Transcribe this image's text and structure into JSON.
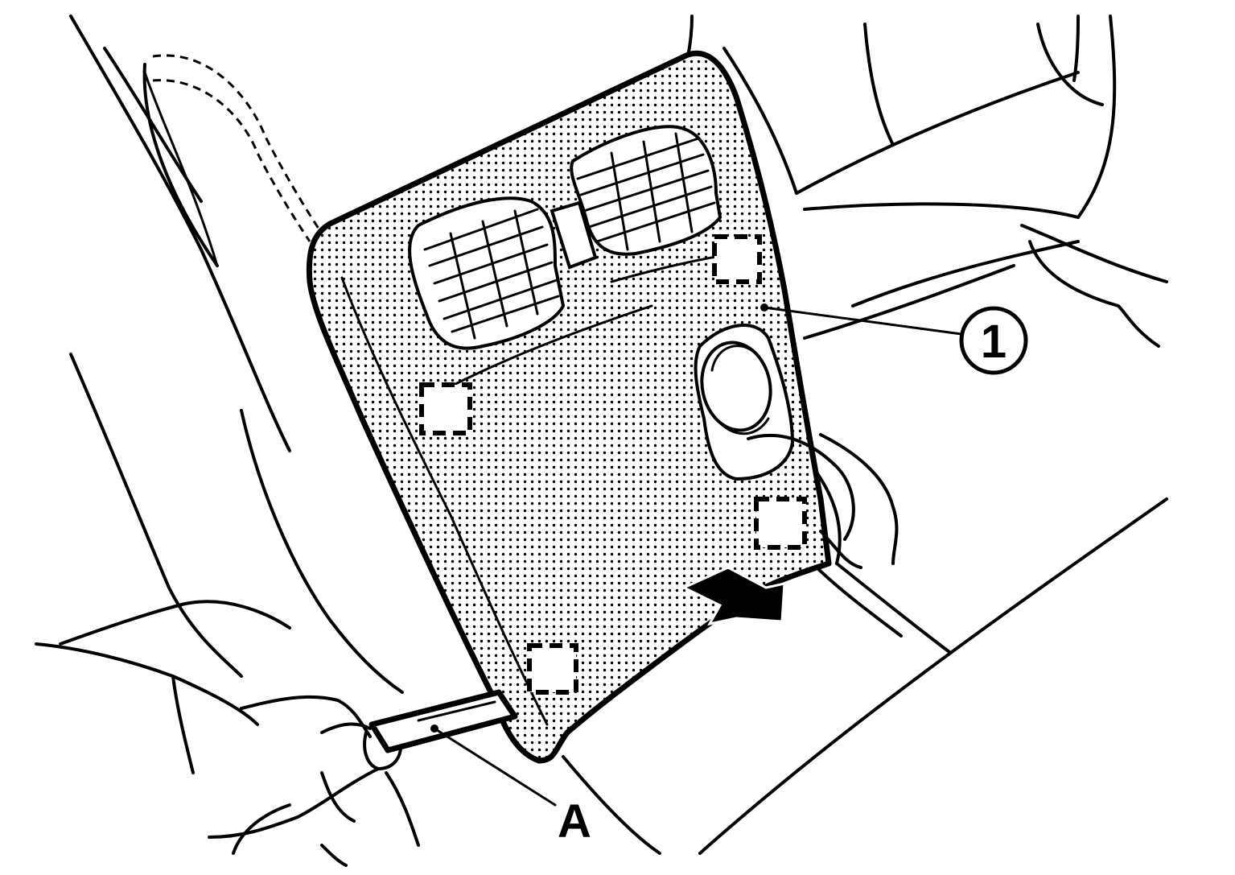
{
  "figure": {
    "callouts": [
      {
        "id": "part-1",
        "label": "1",
        "shape": "circle"
      },
      {
        "id": "tool-a",
        "label": "A",
        "shape": "plain"
      }
    ],
    "icons": {
      "direction": "arrow-right-icon",
      "clip": "clip-square-icon"
    },
    "colors": {
      "ink": "#000000",
      "paper": "#ffffff"
    }
  }
}
